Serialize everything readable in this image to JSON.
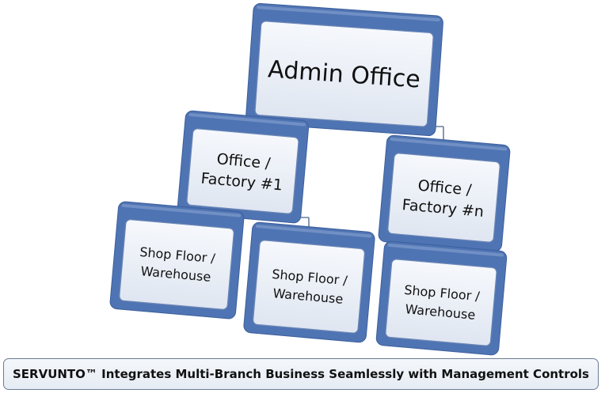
{
  "colors": {
    "box_back": "#4f74b3",
    "box_back_edge": "#3c5f9c",
    "box_front_top": "#f6f8fc",
    "box_front_bottom": "#dfe6f1",
    "box_front_edge": "#6c87b6",
    "connector": "#6a7f9e",
    "caption_border": "#6b7d96"
  },
  "nodes": {
    "admin": [
      "Admin Office"
    ],
    "factory1": [
      "Office /",
      "Factory #1"
    ],
    "factoryN": [
      "Office /",
      "Factory #n"
    ],
    "shop1": [
      "Shop Floor /",
      "Warehouse"
    ],
    "shop2": [
      "Shop Floor /",
      "Warehouse"
    ],
    "shop3": [
      "Shop Floor /",
      "Warehouse"
    ]
  },
  "caption": "SERVUNTO™ Integrates Multi-Branch Business Seamlessly with Management Controls"
}
